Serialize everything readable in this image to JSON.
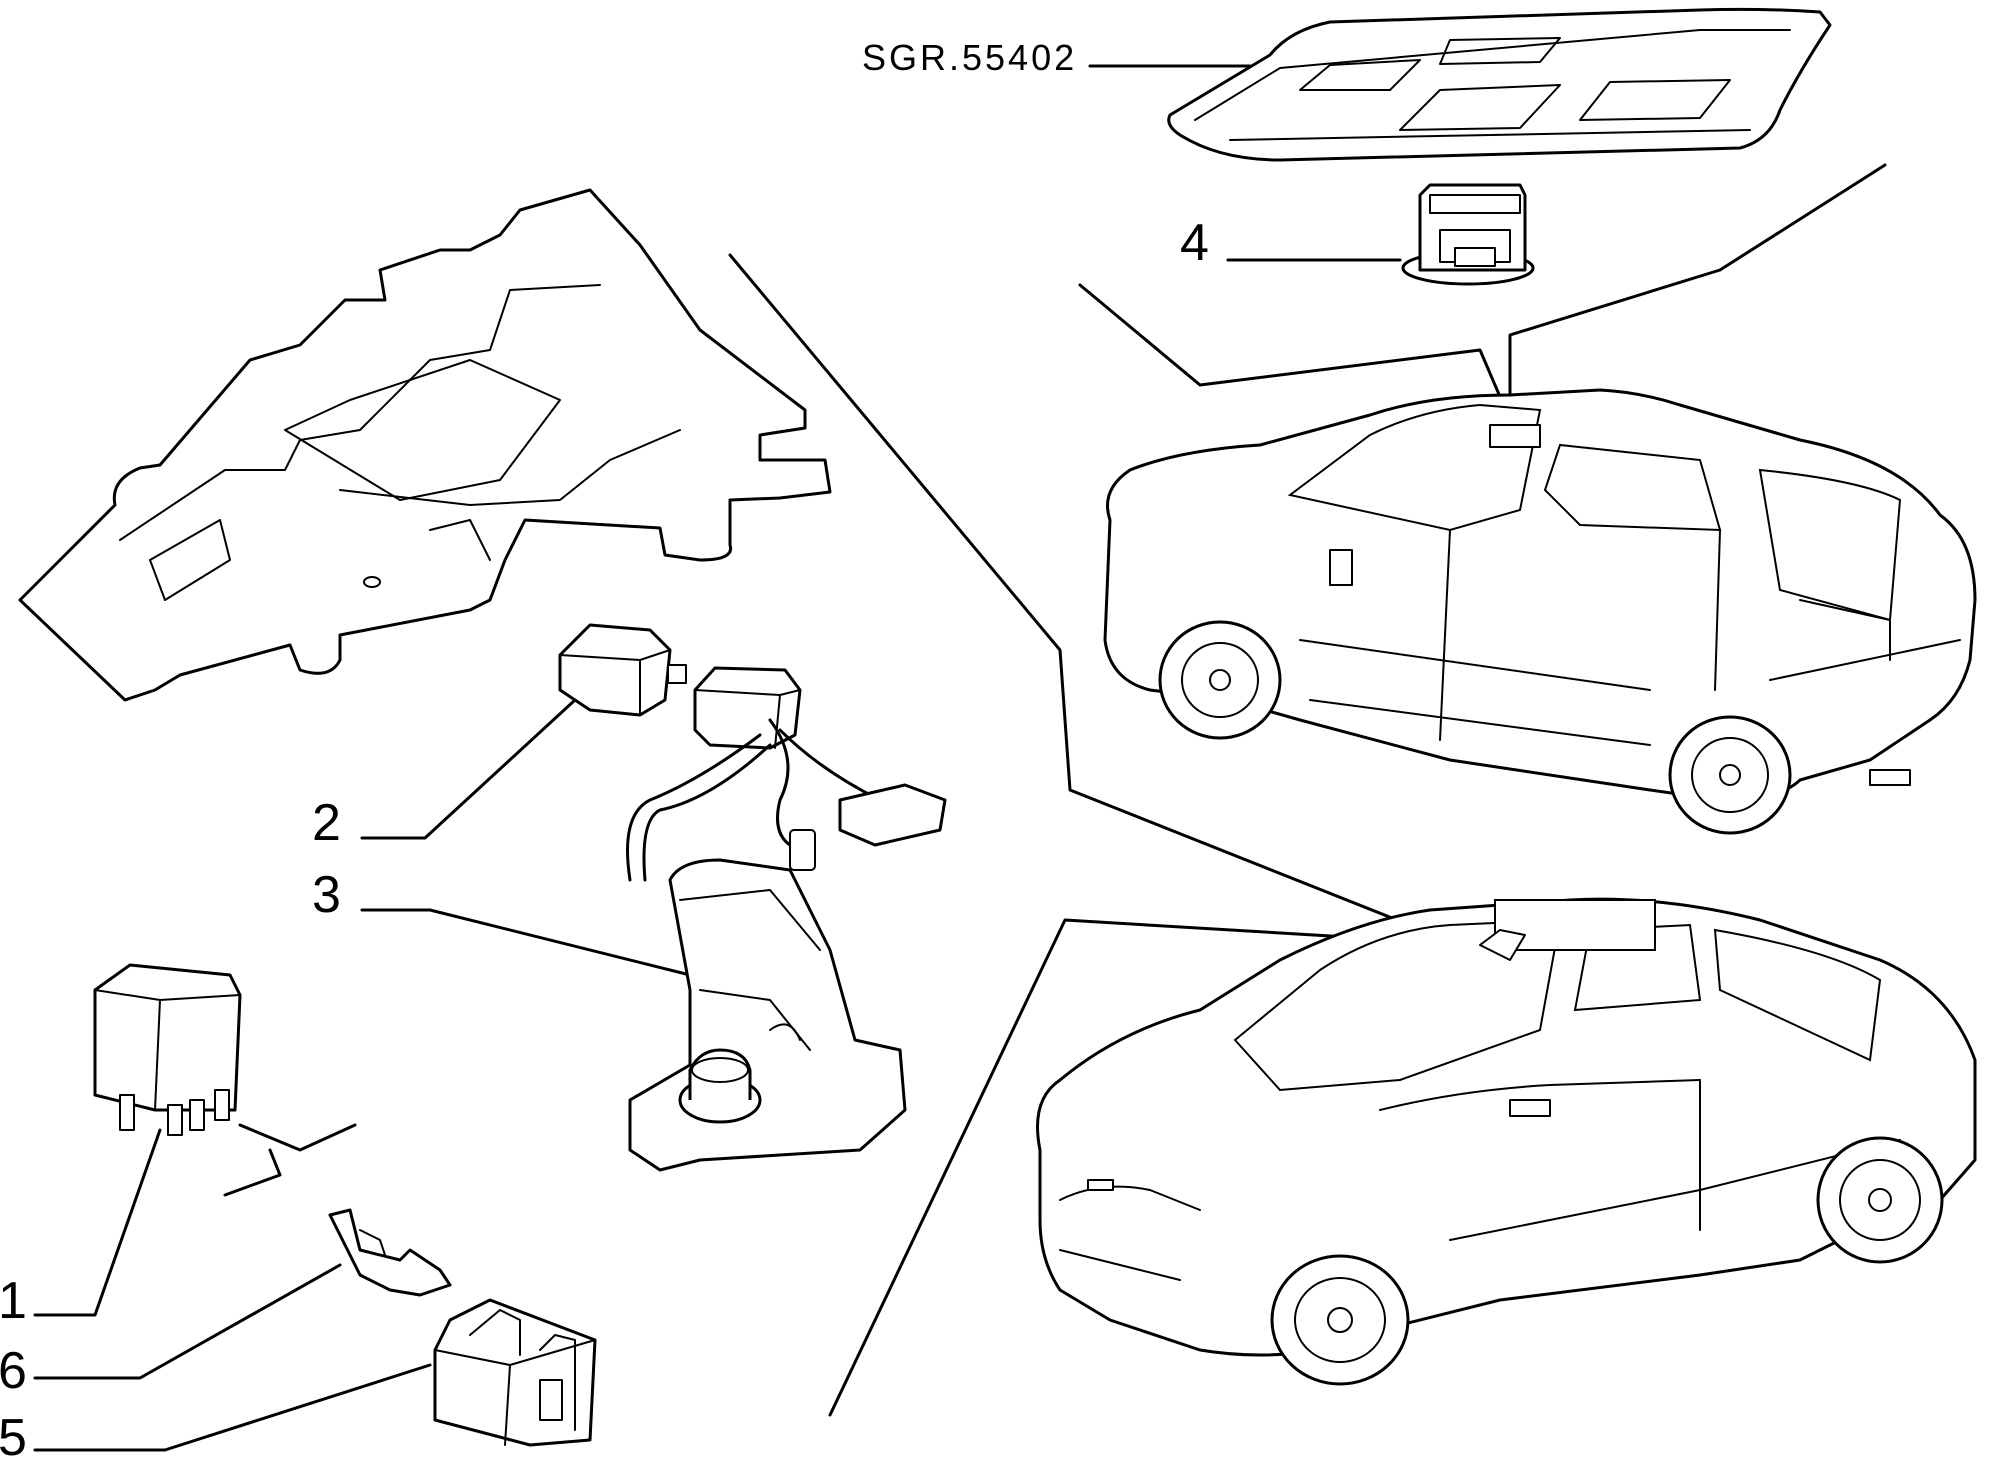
{
  "diagram": {
    "reference_code": "SGR.55402",
    "callouts": [
      {
        "id": "1",
        "text": "1"
      },
      {
        "id": "2",
        "text": "2"
      },
      {
        "id": "3",
        "text": "3"
      },
      {
        "id": "4",
        "text": "4"
      },
      {
        "id": "5",
        "text": "5"
      },
      {
        "id": "6",
        "text": "6"
      }
    ],
    "parts": [
      {
        "callout": "1",
        "icon": "relay-icon"
      },
      {
        "callout": "2",
        "icon": "switch-module-icon"
      },
      {
        "callout": "3",
        "icon": "wiring-harness-motor-icon"
      },
      {
        "callout": "4",
        "icon": "roof-switch-icon"
      },
      {
        "callout": "5",
        "icon": "relay-socket-icon"
      },
      {
        "callout": "6",
        "icon": "terminal-icon"
      }
    ],
    "colors": {
      "line": "#000000",
      "background": "#ffffff"
    }
  }
}
